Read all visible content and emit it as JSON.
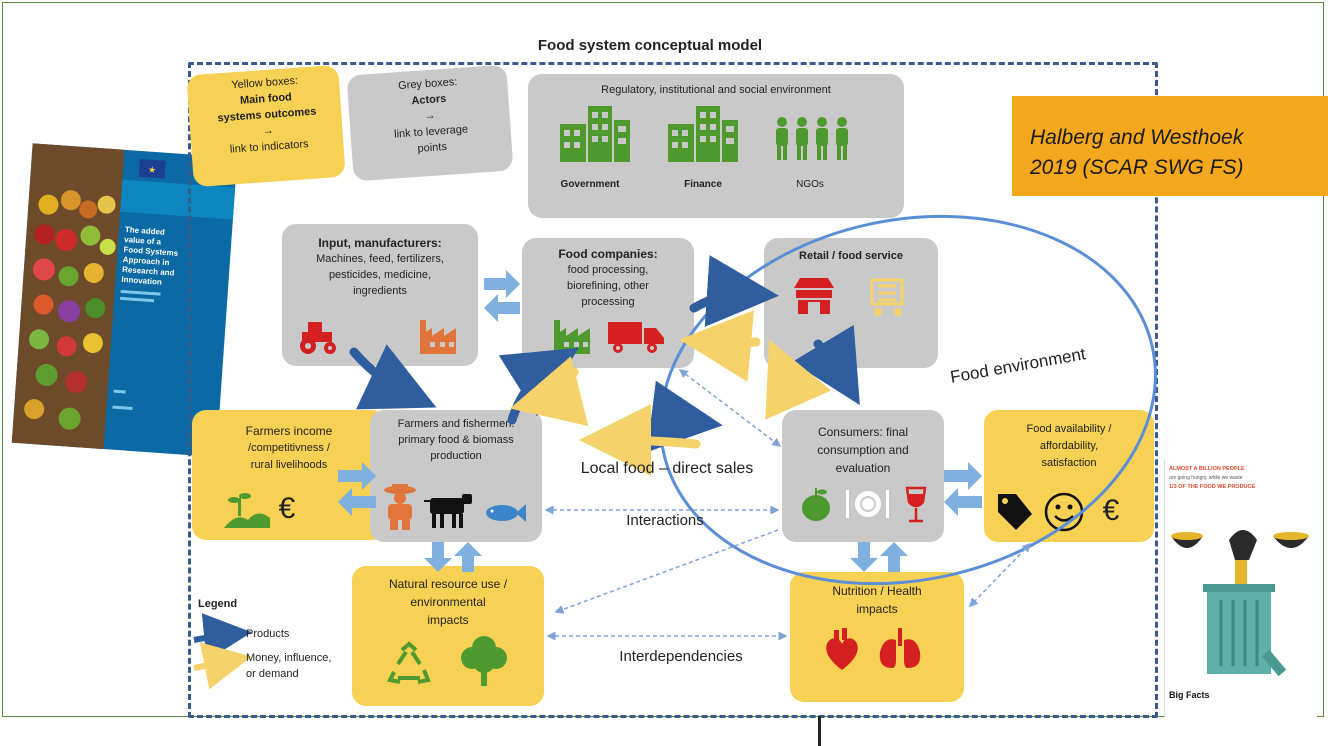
{
  "title": "Food system conceptual model",
  "citation": {
    "line1": "Halberg and Westhoek",
    "line2": "2019 (SCAR SWG FS)"
  },
  "key_yellow": {
    "line1": "Yellow boxes:",
    "line2": "Main food",
    "line3": "systems outcomes",
    "arrow": "→",
    "line4": "link to indicators"
  },
  "key_grey": {
    "line1": "Grey boxes:",
    "line2": "Actors",
    "arrow": "→",
    "line3": "link to leverage",
    "line4": "points"
  },
  "regulatory": {
    "title": "Regulatory, institutional and social environment",
    "labels": [
      "Government",
      "Finance",
      "NGOs"
    ]
  },
  "input": {
    "title": "Input, manufacturers:",
    "line1": "Machines, feed, fertilizers,",
    "line2": "pesticides, medicine,",
    "line3": "ingredients"
  },
  "food_companies": {
    "title": "Food companies:",
    "line1": "food processing,",
    "line2": "biorefining, other",
    "line3": "processing"
  },
  "retail": {
    "title": "Retail / food service"
  },
  "farmers_income": {
    "line1": "Farmers income",
    "line2": "/competitivness /",
    "line3": "rural livelihoods",
    "currency": "€"
  },
  "farmers": {
    "line1": "Farmers and fishermen:",
    "line2": "primary food & biomass",
    "line3": "production"
  },
  "consumers": {
    "line1": "Consumers: final",
    "line2": "consumption and",
    "line3": "evaluation"
  },
  "availability": {
    "line1": "Food availability /",
    "line2": "affordability,",
    "line3": "satisfaction",
    "currency": "€"
  },
  "natural": {
    "line1": "Natural resource use /",
    "line2": "environmental",
    "line3": "impacts"
  },
  "nutrition": {
    "line1": "Nutrition / Health",
    "line2": "impacts"
  },
  "labels": {
    "food_environment": "Food environment",
    "local_food": "Local food – direct sales",
    "interactions": "Interactions",
    "interdependencies": "Interdependencies"
  },
  "legend": {
    "title": "Legend",
    "products": "Products",
    "money_line1": "Money, influence,",
    "money_line2": "or demand"
  },
  "colors": {
    "yellow_box": "#f7d154",
    "grey_box": "#c9c9c9",
    "blue_arrow": "#2f5d9e",
    "yellow_arrow": "#f5d36a",
    "green_icon": "#4f9a2e",
    "red_icon": "#d42020",
    "orange_icon": "#e0743a",
    "circle": "#5b8ed6",
    "citation_bg": "#f4a81e"
  },
  "report_cover": {
    "title_lines": [
      "The added",
      "value of a",
      "Food Systems",
      "Approach in",
      "Research and",
      "Innovation"
    ]
  },
  "poster": {
    "headline1": "ALMOST A BILLION PEOPLE",
    "headline2": "are going hungry, while we waste",
    "headline3": "1/3 OF THE FOOD WE PRODUCE",
    "footer": "Big Facts"
  }
}
